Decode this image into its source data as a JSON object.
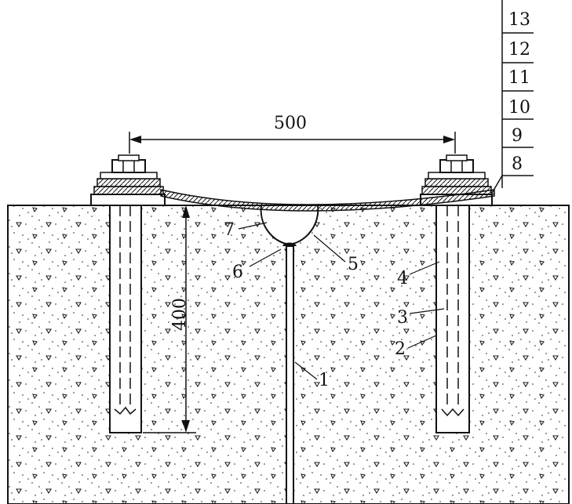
{
  "dimensions": {
    "horizontal_span": "500",
    "anchor_depth": "400"
  },
  "callouts": {
    "n1": "1",
    "n2": "2",
    "n3": "3",
    "n4": "4",
    "n5": "5",
    "n6": "6",
    "n7": "7"
  },
  "legend_stack": [
    "13",
    "12",
    "11",
    "10",
    "9",
    "8"
  ],
  "colors": {
    "ink": "#111111",
    "concrete_fill": "#ffffff"
  }
}
